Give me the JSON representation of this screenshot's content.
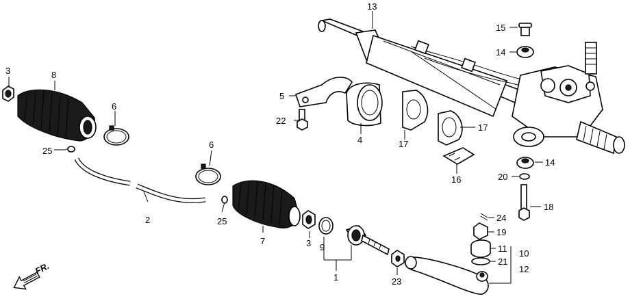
{
  "diagram": {
    "labels": {
      "p1": "1",
      "p2": "2",
      "p3a": "3",
      "p3b": "3",
      "p4": "4",
      "p5": "5",
      "p6a": "6",
      "p6b": "6",
      "p7": "7",
      "p8": "8",
      "p9": "9",
      "p10": "10",
      "p11": "11",
      "p12": "12",
      "p13": "13",
      "p14a": "14",
      "p14b": "14",
      "p15": "15",
      "p16": "16",
      "p17a": "17",
      "p17b": "17",
      "p18": "18",
      "p19": "19",
      "p20": "20",
      "p21": "21",
      "p22": "22",
      "p23": "23",
      "p24": "24",
      "p25a": "25",
      "p25b": "25"
    },
    "direction_marker": "FR."
  }
}
